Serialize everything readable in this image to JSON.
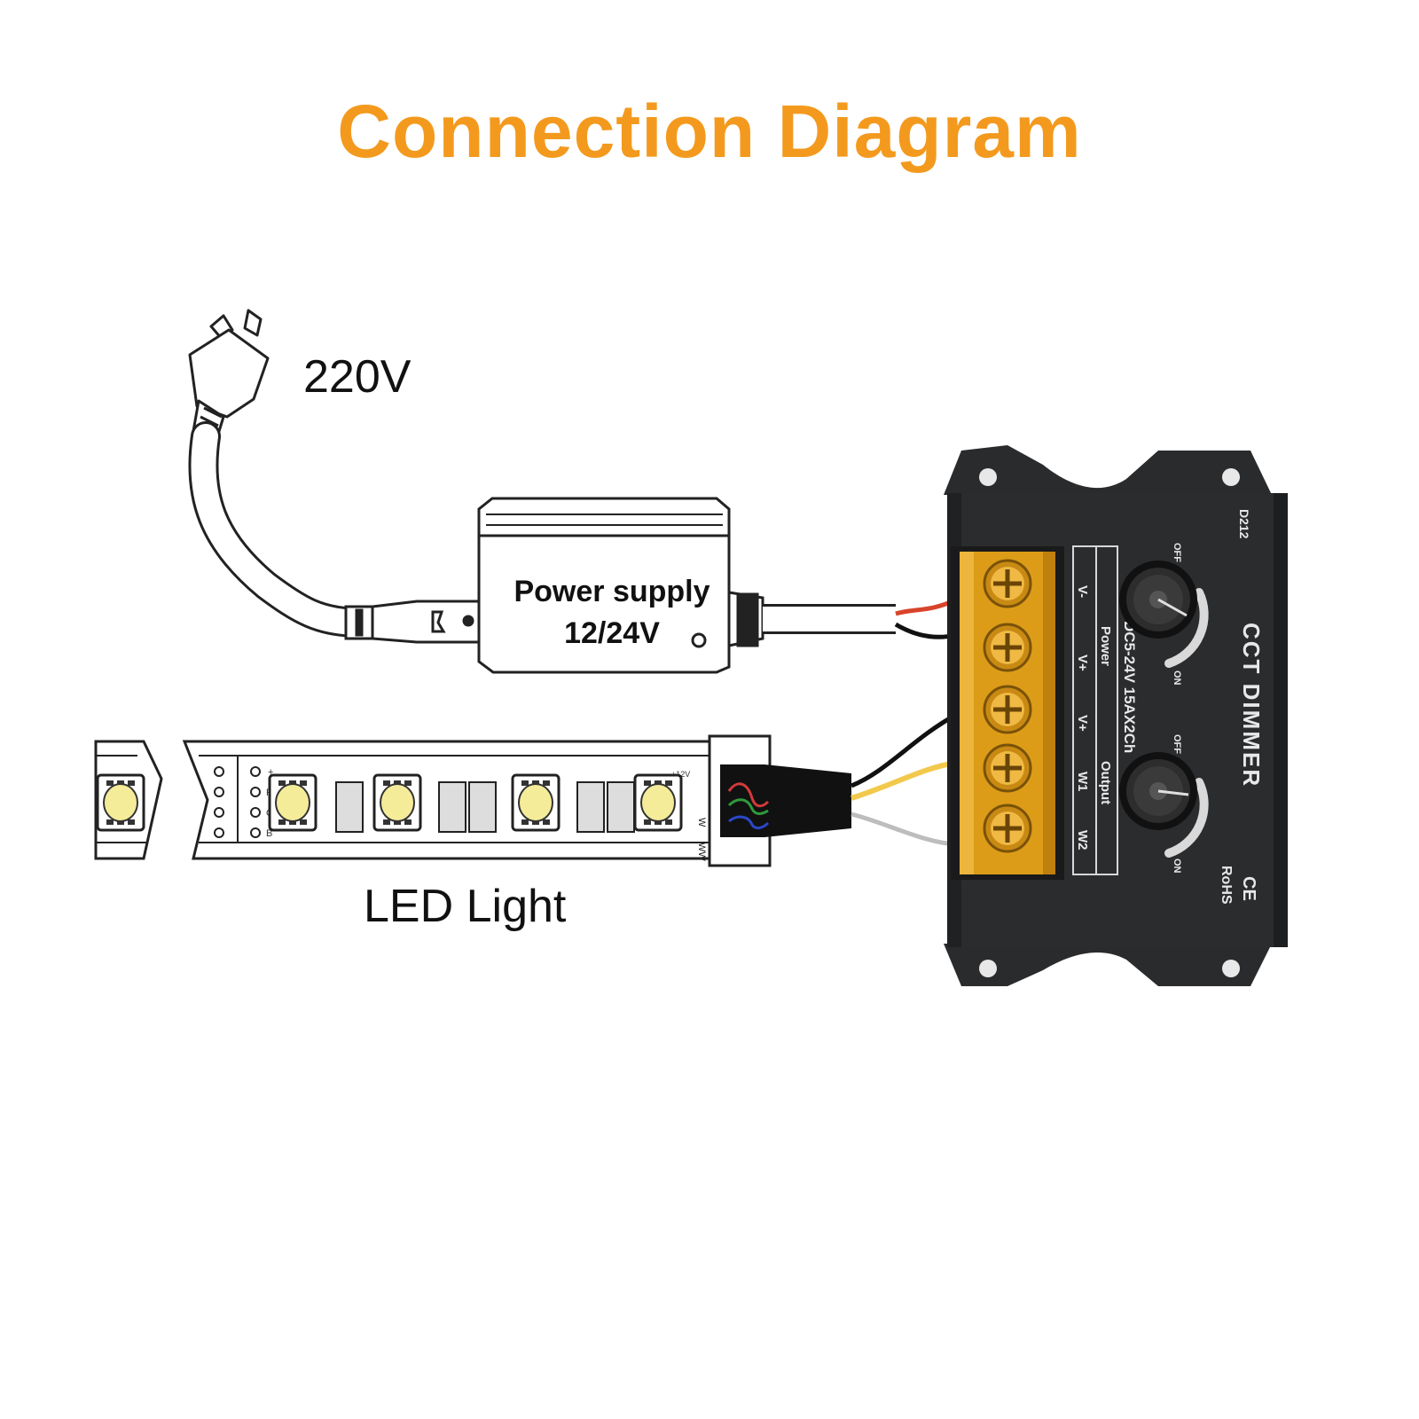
{
  "title": "Connection Diagram",
  "labels": {
    "mains": "220V",
    "led_light": "LED Light"
  },
  "power_supply": {
    "line1": "Power supply",
    "line2": "12/24V"
  },
  "dimmer": {
    "model": "D212",
    "name": "CCT DIMMER",
    "spec": "DC5-24V 15AX2Ch",
    "marks": "RoHS",
    "ce": "CE",
    "knob_off": "OFF",
    "knob_on": "ON",
    "terminal_power": "Power",
    "terminal_output": "Output",
    "terminals": [
      "V-",
      "V+",
      "V+",
      "W1",
      "W2"
    ]
  },
  "strip": {
    "pad_labels": [
      "+",
      "R",
      "G",
      "B"
    ],
    "connector_labels": [
      "+12V",
      "W",
      "WW"
    ]
  },
  "colors": {
    "title": "#f39a1e",
    "dimmer_body": "#2b2c2e",
    "terminal_amber": "#e8a318",
    "led_yellow": "#f5ec9a"
  }
}
